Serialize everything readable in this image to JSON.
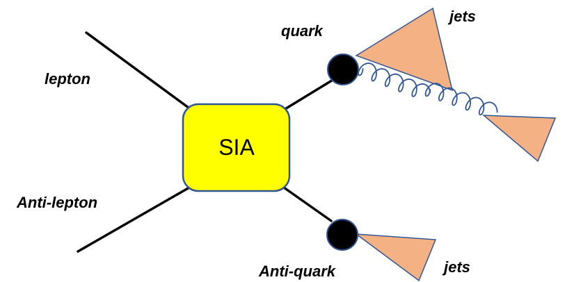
{
  "diagram": {
    "center_label": "SIA",
    "labels": {
      "lepton": "lepton",
      "anti_lepton": "Anti-lepton",
      "quark": "quark",
      "anti_quark": "Anti-quark",
      "jets_top": "jets",
      "jets_bottom": "jets"
    },
    "colors": {
      "box_fill": "#ffff00",
      "box_stroke": "#2f5597",
      "jet_fill": "#f4b183",
      "jet_stroke": "#2f5597",
      "particle_fill": "#000000",
      "gluon": "#2f5597"
    }
  }
}
